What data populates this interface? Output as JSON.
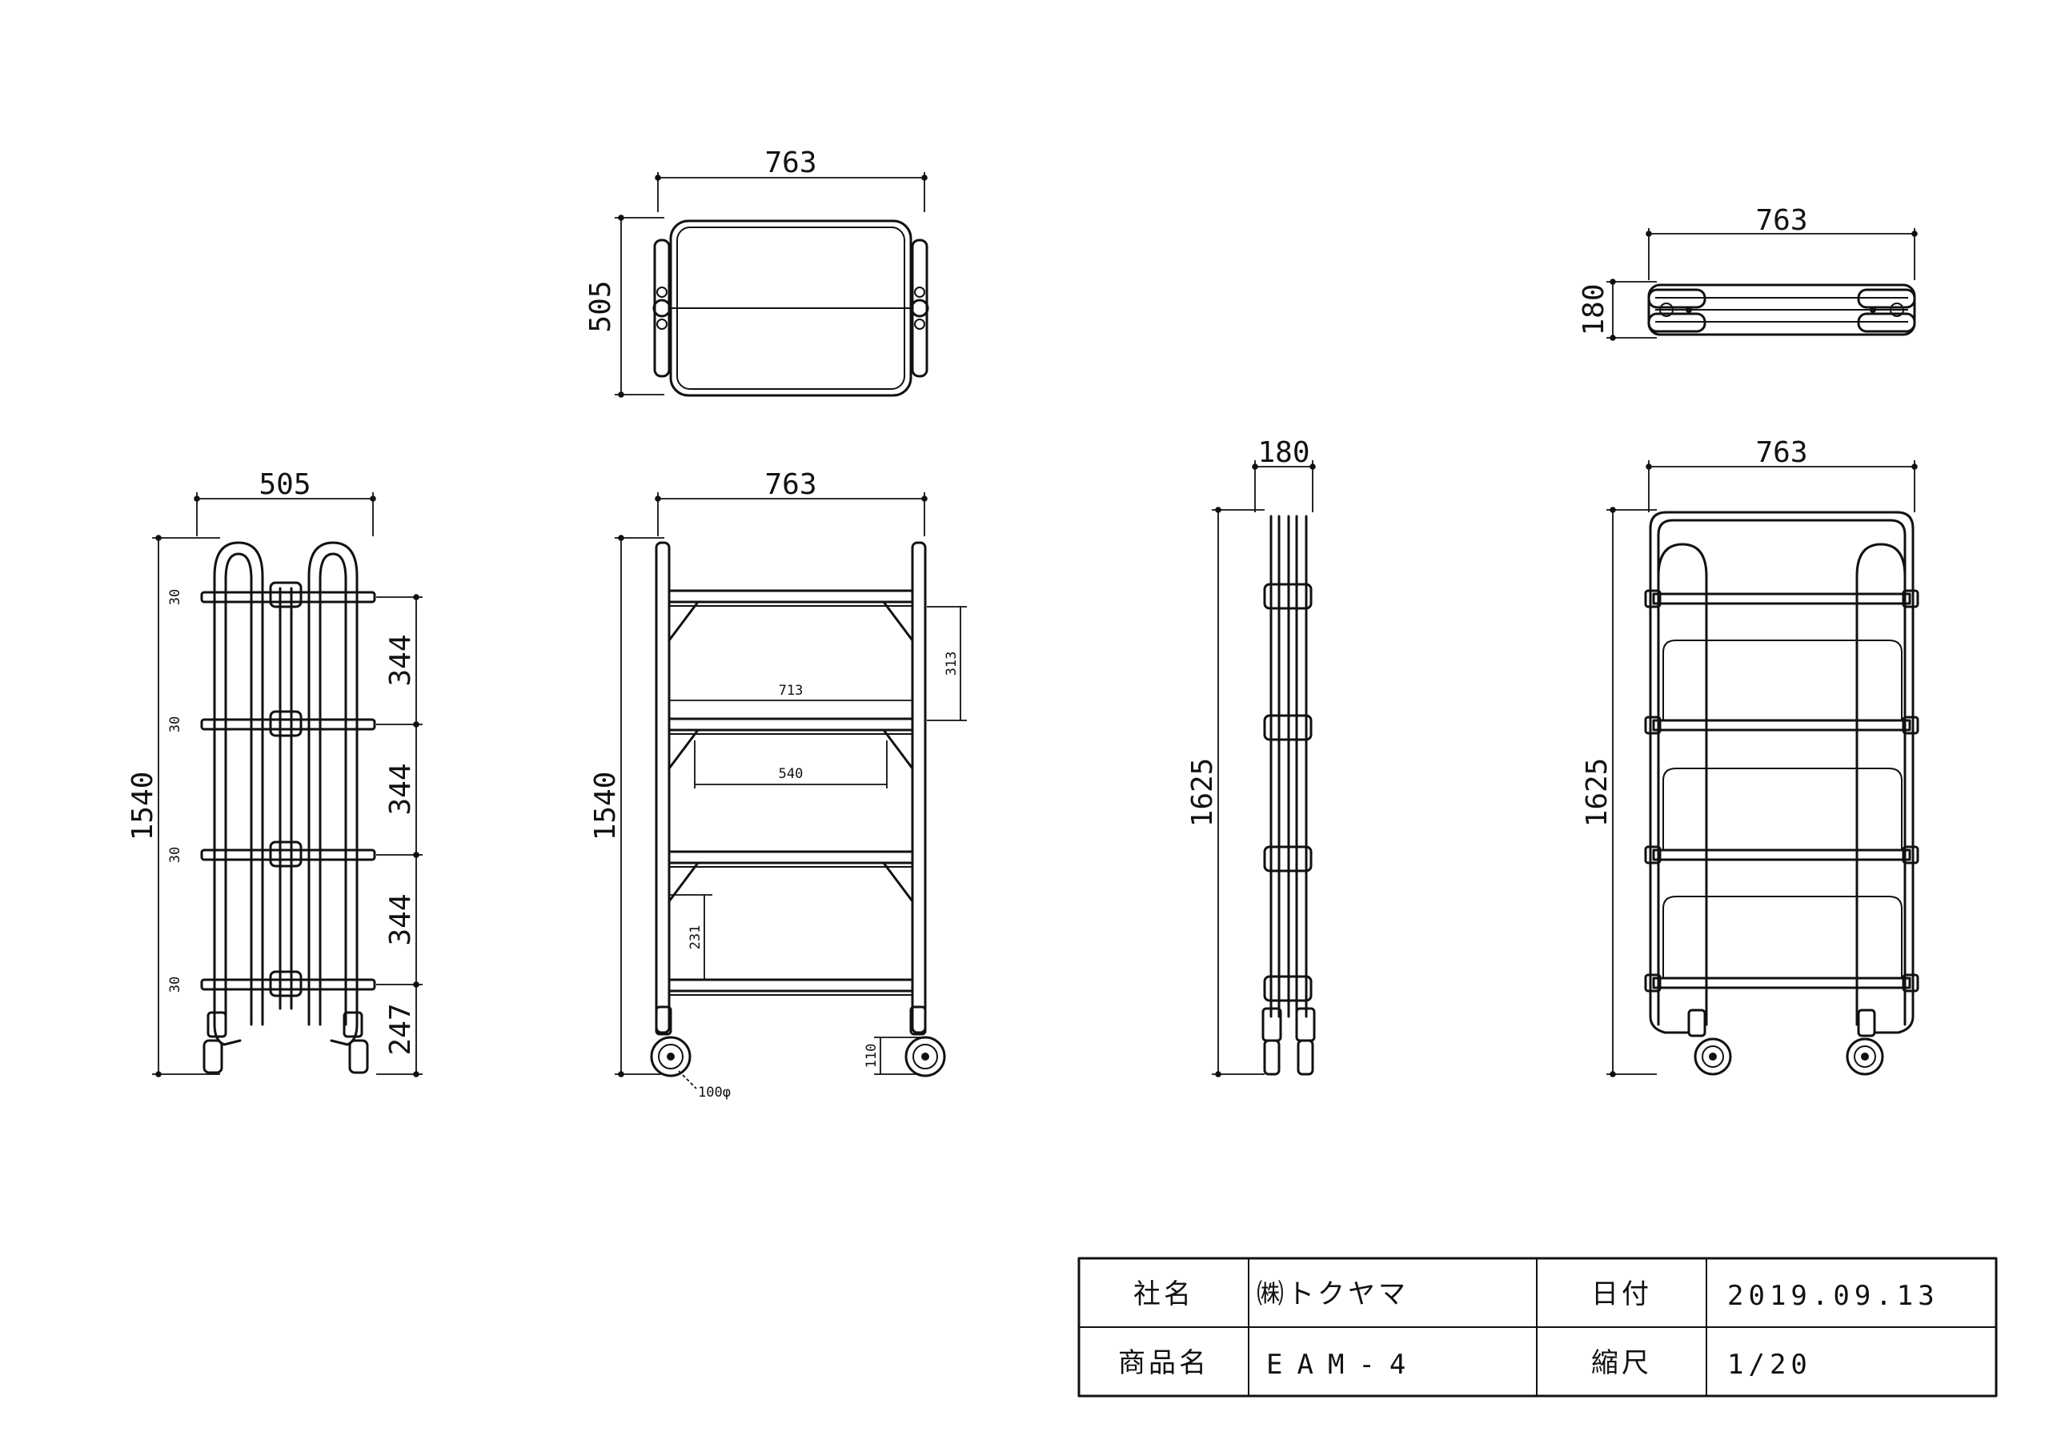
{
  "top_view": {
    "width": "763",
    "depth": "505"
  },
  "side_folded_top": {
    "width": "763",
    "depth": "180"
  },
  "side_view": {
    "width": "505",
    "height": "1540",
    "shelf_pitch": [
      "344",
      "344",
      "344"
    ],
    "bottom": "247",
    "tube": [
      "30",
      "30",
      "30",
      "30"
    ]
  },
  "front_view": {
    "width": "763",
    "height": "1540",
    "inner_width": "713",
    "inner_depth": "540",
    "shelf_gap": "313",
    "lower_gap": "231",
    "caster_height": "110",
    "caster_dia": "100φ"
  },
  "folded_side": {
    "width": "180",
    "height": "1625"
  },
  "folded_front": {
    "width": "763",
    "height": "1625"
  },
  "title_block": {
    "company_label": "社名",
    "company": "㈱トクヤマ",
    "date_label": "日付",
    "date": "2019.09.13",
    "product_label": "商品名",
    "product": "EAM-4",
    "scale_label": "縮尺",
    "scale": "1/20"
  }
}
